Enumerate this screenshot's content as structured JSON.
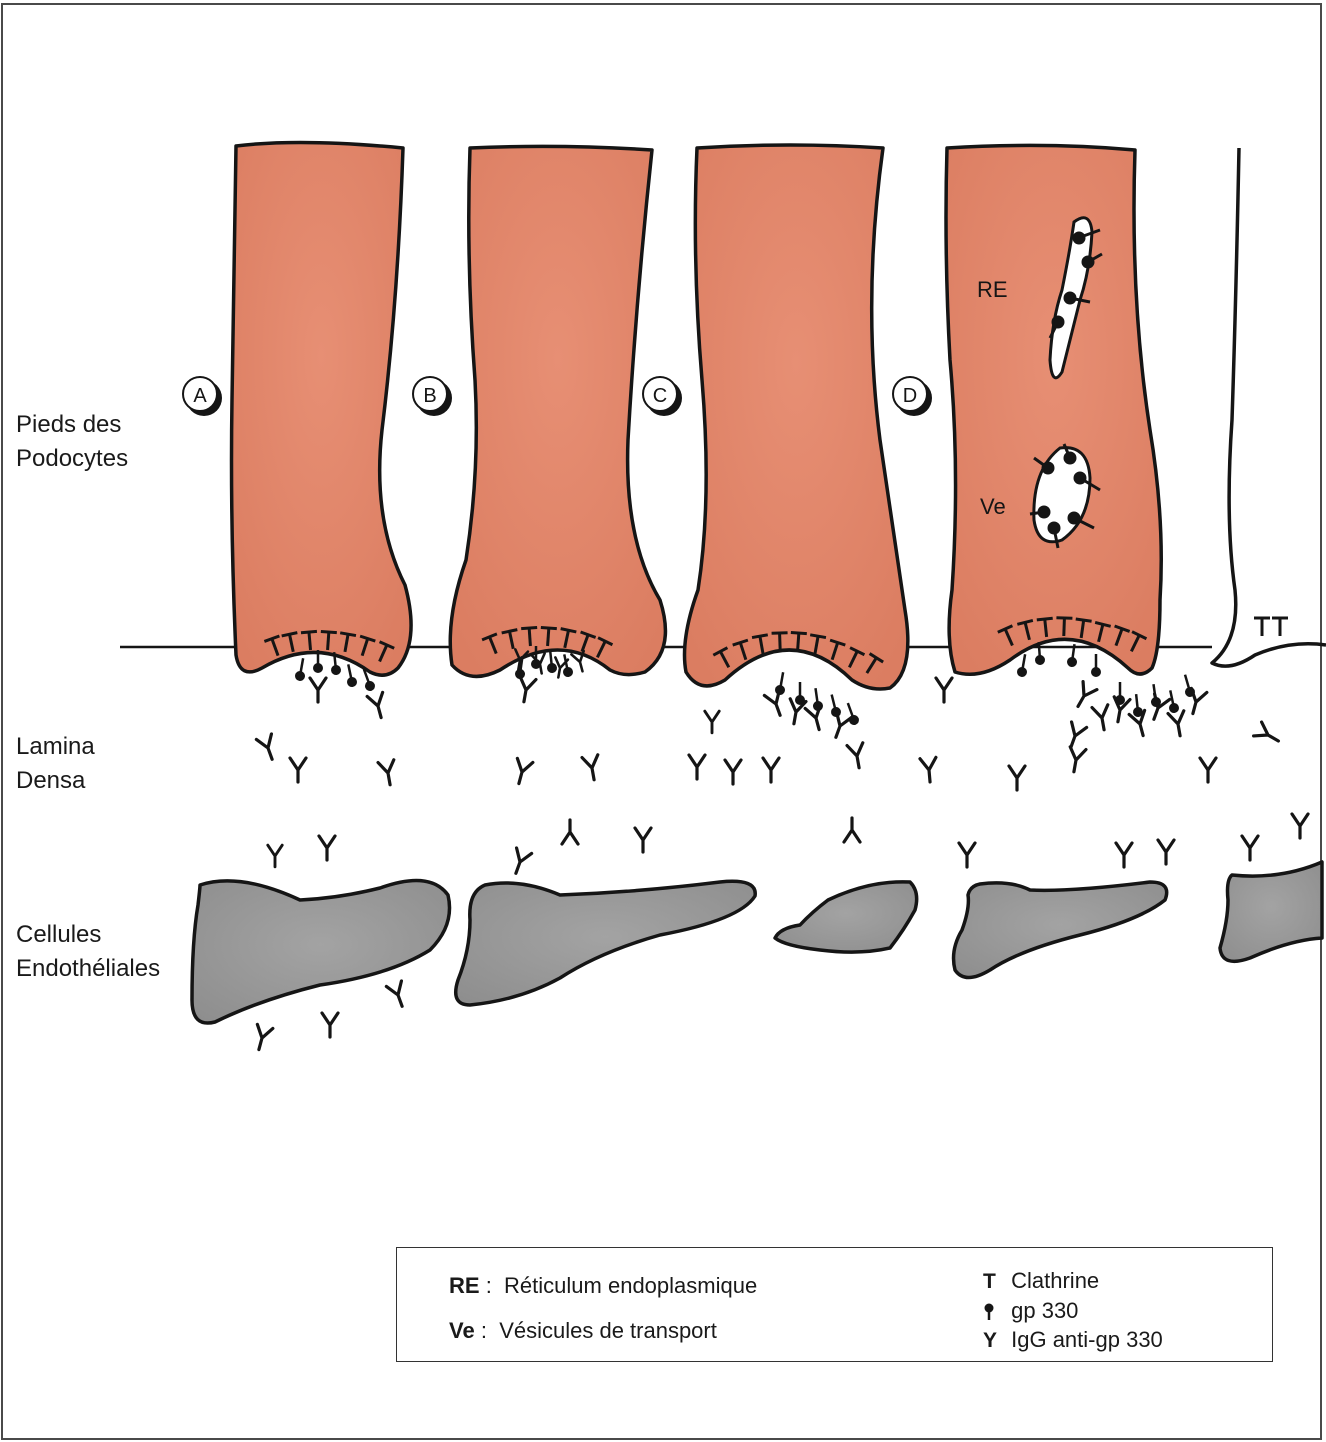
{
  "labels": {
    "podocytes": [
      "Pieds des",
      "Podocytes"
    ],
    "lamina": [
      "Lamina",
      "Densa"
    ],
    "endothelial": [
      "Cellules",
      "Endothéliales"
    ]
  },
  "panels": [
    "A",
    "B",
    "C",
    "D"
  ],
  "organelles": {
    "re": "RE",
    "ve": "Ve"
  },
  "legend": {
    "abbreviations": [
      {
        "abbr": "RE",
        "sep": ":",
        "text": "Réticulum endoplasmique"
      },
      {
        "abbr": "Ve",
        "sep": ":",
        "text": "Vésicules de transport"
      }
    ],
    "symbols": [
      {
        "symbol": "T",
        "icon": "clathrin-icon",
        "text": "Clathrine"
      },
      {
        "symbol": "pin",
        "icon": "gp330-icon",
        "text": "gp 330"
      },
      {
        "symbol": "Y",
        "icon": "igg-icon",
        "text": "IgG anti-gp 330"
      }
    ]
  },
  "colors": {
    "podocyte": "#e0866b",
    "endothelial": "#9a9a9a",
    "outline": "#151515"
  }
}
